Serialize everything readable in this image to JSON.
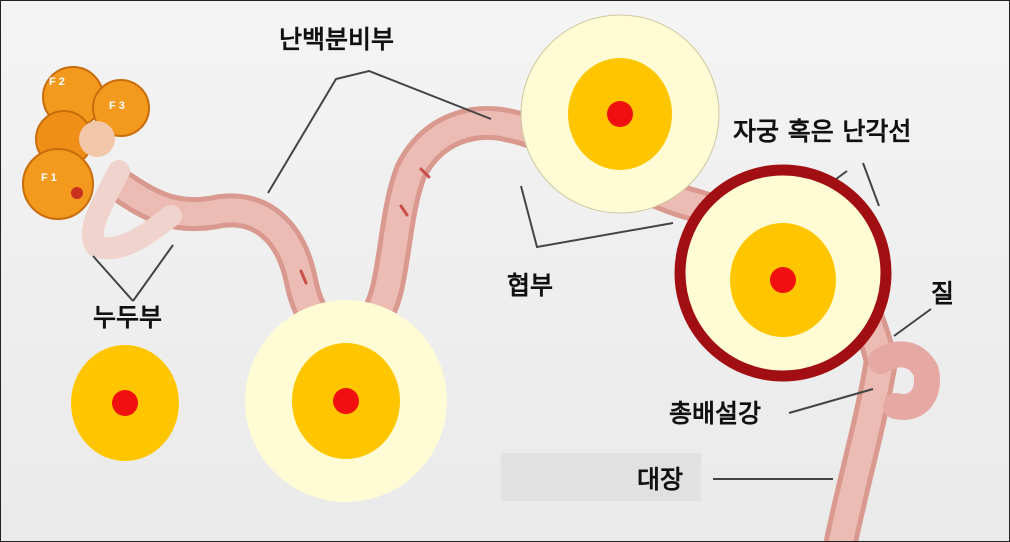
{
  "colors": {
    "outer_zone": "#fffbd4",
    "middle_zone": "#ffc600",
    "center_dot": "#f01010",
    "ring_highlight": "#a20f12",
    "oviduct_tissue": "#e8b4ae",
    "follicle": "#f39a1e",
    "annotation_line": "#444444"
  },
  "follicles": [
    "F 2",
    "F 3",
    "F 1"
  ],
  "labels": {
    "magnum": "난백분비부",
    "uterus": "자궁 혹은 난각선",
    "isthmus": "협부",
    "infundibulum": "누두부",
    "vagina": "질",
    "cloaca": "총배설강",
    "large_intestine": "대장"
  },
  "highlighted_segment": "uterus",
  "egg_diagram_icons": [
    "egg-yolk-only-icon",
    "egg-with-albumen-icon",
    "egg-at-isthmus-icon",
    "egg-in-uterus-highlighted-icon"
  ]
}
